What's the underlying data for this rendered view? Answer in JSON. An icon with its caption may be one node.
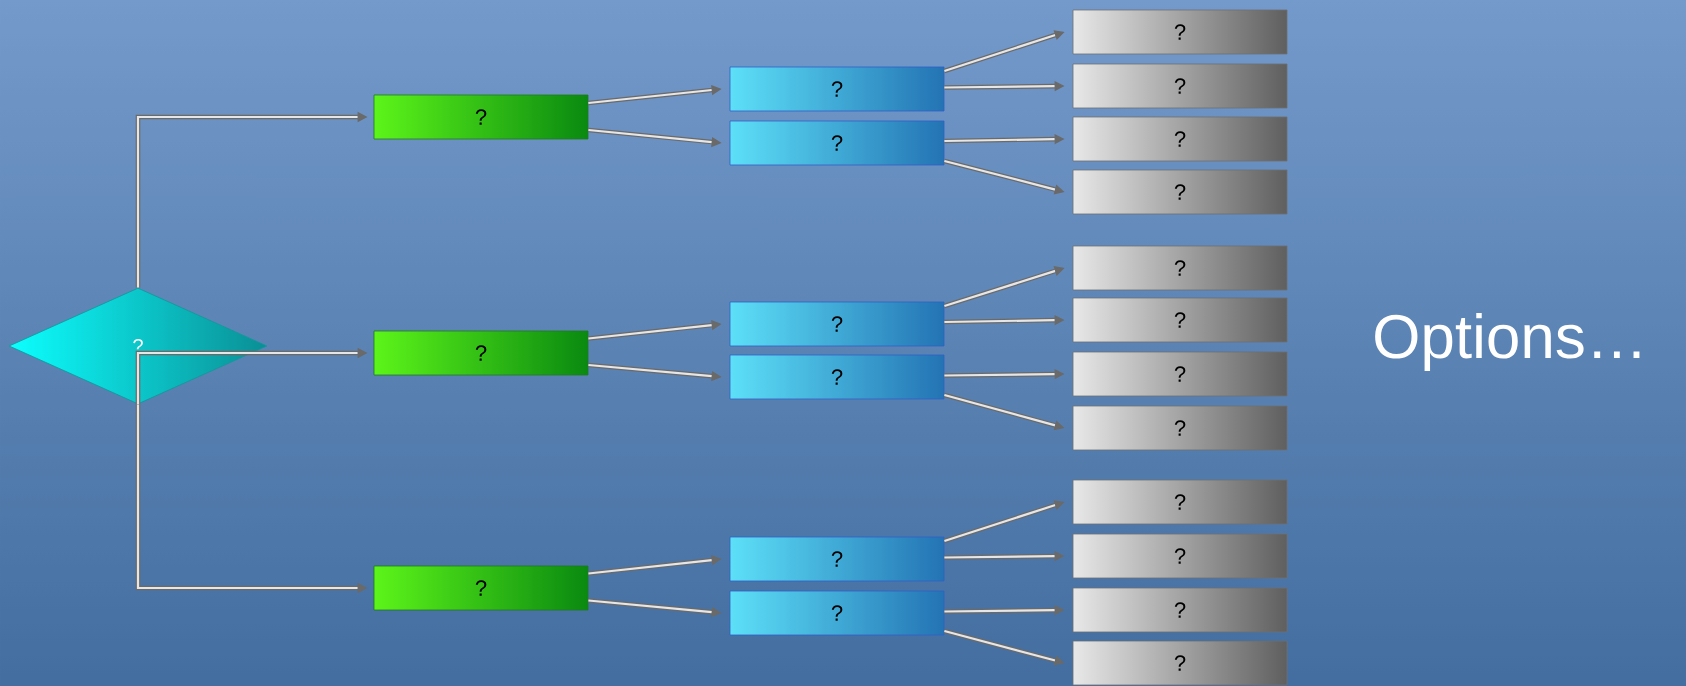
{
  "diagram": {
    "nodes": [
      {
        "text": [
          "?"
        ]
      },
      {
        "text": [
          "?"
        ]
      },
      {
        "text": [
          "?"
        ]
      },
      {
        "text": [
          "?"
        ]
      },
      {
        "text": [
          "?"
        ]
      },
      {
        "text": [
          "?"
        ]
      },
      {
        "text": [
          "?"
        ]
      },
      {
        "text": [
          "?"
        ]
      },
      {
        "text": [
          "?"
        ]
      },
      {
        "text": [
          "?"
        ]
      },
      {
        "text": [
          "?"
        ]
      },
      {
        "text": [
          "?"
        ]
      },
      {
        "text": [
          "?"
        ]
      },
      {
        "text": [
          "?"
        ]
      },
      {
        "text": [
          "?"
        ]
      },
      {
        "text": [
          "?"
        ]
      },
      {
        "text": [
          "?"
        ]
      },
      {
        "text": [
          "?"
        ]
      },
      {
        "text": [
          "?"
        ]
      },
      {
        "text": [
          "?"
        ]
      },
      {
        "text": [
          "?"
        ]
      },
      {
        "text": [
          "?"
        ]
      }
    ],
    "edges": [
      {
        "from": 0,
        "to": 1,
        "arrow": "to"
      },
      {
        "from": 0,
        "to": 2,
        "arrow": "to"
      },
      {
        "from": 0,
        "to": 3,
        "arrow": "to"
      },
      {
        "from": 1,
        "to": 4,
        "arrow": "to"
      },
      {
        "from": 1,
        "to": 5,
        "arrow": "to"
      },
      {
        "from": 2,
        "to": 6,
        "arrow": "to"
      },
      {
        "from": 2,
        "to": 7,
        "arrow": "to"
      },
      {
        "from": 3,
        "to": 8,
        "arrow": "to"
      },
      {
        "from": 3,
        "to": 9,
        "arrow": "to"
      },
      {
        "from": 4,
        "to": 10,
        "arrow": "to"
      },
      {
        "from": 4,
        "to": 11,
        "arrow": "to"
      },
      {
        "from": 5,
        "to": 12,
        "arrow": "to"
      },
      {
        "from": 5,
        "to": 13,
        "arrow": "to"
      },
      {
        "from": 6,
        "to": 14,
        "arrow": "to"
      },
      {
        "from": 6,
        "to": 15,
        "arrow": "to"
      },
      {
        "from": 7,
        "to": 16,
        "arrow": "to"
      },
      {
        "from": 7,
        "to": 17,
        "arrow": "to"
      },
      {
        "from": 8,
        "to": 18,
        "arrow": "to"
      },
      {
        "from": 8,
        "to": 19,
        "arrow": "to"
      },
      {
        "from": 9,
        "to": 20,
        "arrow": "to"
      },
      {
        "from": 9,
        "to": 21,
        "arrow": "to"
      }
    ],
    "labels": [
      "Options…"
    ]
  }
}
